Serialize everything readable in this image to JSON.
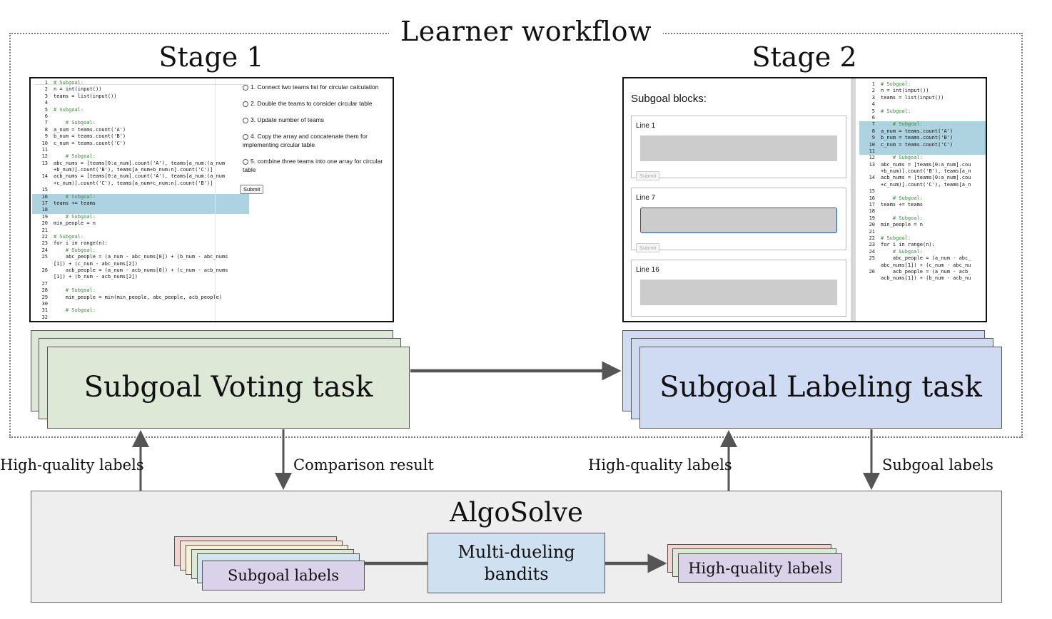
{
  "workflow": {
    "title": "Learner workflow"
  },
  "stage1": {
    "title": "Stage 1",
    "code": [
      {
        "n": "1",
        "t": "# Subgoal:",
        "cm": true
      },
      {
        "n": "2",
        "t": "n = int(input())"
      },
      {
        "n": "3",
        "t": "teams = list(input())"
      },
      {
        "n": "4",
        "t": ""
      },
      {
        "n": "5",
        "t": "# Subgoal:",
        "cm": true
      },
      {
        "n": "6",
        "t": ""
      },
      {
        "n": "7",
        "t": "    # Subgoal:",
        "cm": true
      },
      {
        "n": "8",
        "t": "a_num = teams.count('A')"
      },
      {
        "n": "9",
        "t": "b_num = teams.count('B')"
      },
      {
        "n": "10",
        "t": "c_num = teams.count('C')"
      },
      {
        "n": "11",
        "t": ""
      },
      {
        "n": "12",
        "t": "    # Subgoal:",
        "cm": true
      },
      {
        "n": "13",
        "t": "abc_nums = [teams[0:a_num].count('A'), teams[a_num:(a_num"
      },
      {
        "n": "",
        "t": "+b_num)].count('B'), teams[a_num+b_num:n].count('C')]"
      },
      {
        "n": "14",
        "t": "acb_nums = [teams[0:a_num].count('A'), teams[a_num:(a_num"
      },
      {
        "n": "",
        "t": "+c_num)].count('C'), teams[a_num+c_num:n].count('B')]"
      },
      {
        "n": "15",
        "t": ""
      },
      {
        "n": "16",
        "t": "    # Subgoal:",
        "cm": true,
        "hl": true
      },
      {
        "n": "17",
        "t": "teams += teams",
        "hl": true
      },
      {
        "n": "18",
        "t": "",
        "hl": true
      },
      {
        "n": "19",
        "t": "    # Subgoal:",
        "cm": true
      },
      {
        "n": "20",
        "t": "min_people = n"
      },
      {
        "n": "21",
        "t": ""
      },
      {
        "n": "22",
        "t": "# Subgoal:",
        "cm": true
      },
      {
        "n": "23",
        "t": "for i in range(n):"
      },
      {
        "n": "24",
        "t": "    # Subgoal:",
        "cm": true
      },
      {
        "n": "25",
        "t": "    abc_people = (a_num - abc_nums[0]) + (b_num - abc_nums"
      },
      {
        "n": "",
        "t": "[1]) + (c_num - abc_nums[2])"
      },
      {
        "n": "26",
        "t": "    acb_people = (a_num - acb_nums[0]) + (c_num - acb_nums"
      },
      {
        "n": "",
        "t": "[1]) + (b_num - acb_nums[2])"
      },
      {
        "n": "27",
        "t": ""
      },
      {
        "n": "28",
        "t": "    # Subgoal:",
        "cm": true
      },
      {
        "n": "29",
        "t": "    min_people = min(min_people, abc_people, acb_people)"
      },
      {
        "n": "30",
        "t": ""
      },
      {
        "n": "31",
        "t": "    # Subgoal:",
        "cm": true
      },
      {
        "n": "32",
        "t": ""
      }
    ],
    "options": [
      "1. Connect two teams list for circular calculation",
      "2. Double the teams to consider circular table",
      "3. Update number of teams",
      "4. Copy the array and concatenate them for implementing circular table",
      "5. combine three teams into one array for circular table"
    ],
    "submit_label": "Submit",
    "task_label": "Subgoal Voting task",
    "up_label": "High-quality labels",
    "down_label": "Comparison result"
  },
  "stage2": {
    "title": "Stage 2",
    "panel_title": "Subgoal blocks:",
    "blocks": [
      {
        "label": "Line 1",
        "submit": "Submit"
      },
      {
        "label": "Line 7",
        "submit": "Submit"
      },
      {
        "label": "Line 16"
      }
    ],
    "code": [
      {
        "n": "1",
        "t": "# Subgoal:",
        "cm": true
      },
      {
        "n": "2",
        "t": "n = int(input())"
      },
      {
        "n": "3",
        "t": "teams = list(input())"
      },
      {
        "n": "4",
        "t": ""
      },
      {
        "n": "5",
        "t": "# Subgoal:",
        "cm": true
      },
      {
        "n": "6",
        "t": ""
      },
      {
        "n": "7",
        "t": "    # Subgoal:",
        "cm": true,
        "hl": true
      },
      {
        "n": "8",
        "t": "a_num = teams.count('A')",
        "hl": true
      },
      {
        "n": "9",
        "t": "b_num = teams.count('B')",
        "hl": true
      },
      {
        "n": "10",
        "t": "c_num = teams.count('C')",
        "hl": true
      },
      {
        "n": "11",
        "t": "",
        "hl": true
      },
      {
        "n": "12",
        "t": "    # Subgoal:",
        "cm": true
      },
      {
        "n": "13",
        "t": "abc_nums = [teams[0:a_num].cou"
      },
      {
        "n": "",
        "t": "+b_num)].count('B'), teams[a_n"
      },
      {
        "n": "14",
        "t": "acb_nums = [teams[0:a_num].cou"
      },
      {
        "n": "",
        "t": "+c_num)].count('C'), teams[a_n"
      },
      {
        "n": "15",
        "t": ""
      },
      {
        "n": "16",
        "t": "    # Subgoal:",
        "cm": true
      },
      {
        "n": "17",
        "t": "teams += teams"
      },
      {
        "n": "18",
        "t": ""
      },
      {
        "n": "19",
        "t": "    # Subgoal:",
        "cm": true
      },
      {
        "n": "20",
        "t": "min_people = n"
      },
      {
        "n": "21",
        "t": ""
      },
      {
        "n": "22",
        "t": "# Subgoal:",
        "cm": true
      },
      {
        "n": "23",
        "t": "for i in range(n):"
      },
      {
        "n": "24",
        "t": "    # Subgoal:",
        "cm": true
      },
      {
        "n": "25",
        "t": "    abc_people = (a_num - abc_"
      },
      {
        "n": "",
        "t": "abc_nums[1]) + (c_num - abc_nu"
      },
      {
        "n": "26",
        "t": "    acb_people = (a_num - acb_"
      },
      {
        "n": "",
        "t": "acb_nums[1]) + (b_num - acb_nu"
      }
    ],
    "task_label": "Subgoal Labeling task",
    "up_label": "High-quality labels",
    "down_label": "Subgoal labels"
  },
  "algosolve": {
    "title": "AlgoSolve",
    "input_label": "Subgoal labels",
    "process_label_line1": "Multi-dueling",
    "process_label_line2": "bandits",
    "output_label": "High-quality labels"
  },
  "colors": {
    "voting_card": "#dde9d6",
    "labeling_card": "#cfdaf3",
    "highlight": "#add2e0",
    "algosolve_bg": "#eeeeee",
    "process_box": "#cfe1f0",
    "label_card": "#d9d2e9"
  }
}
